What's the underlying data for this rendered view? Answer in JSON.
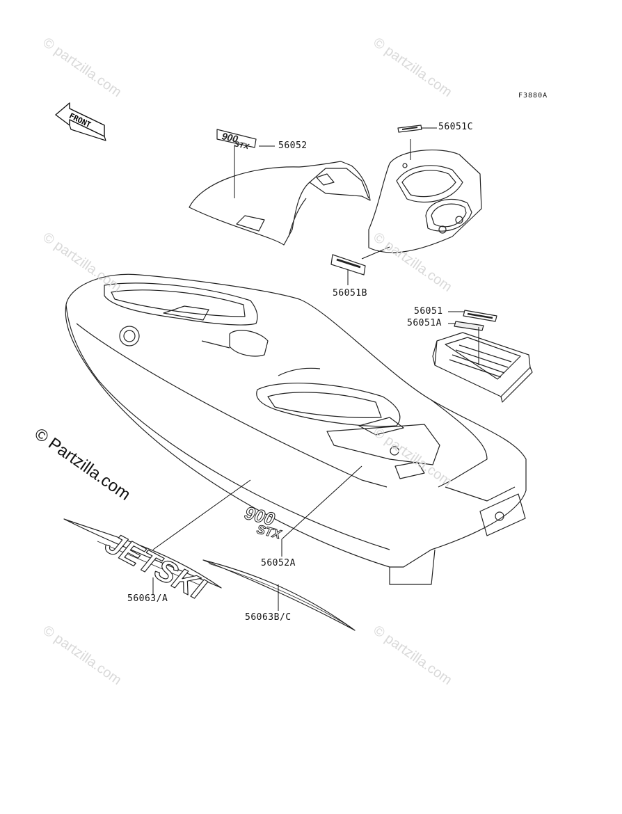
{
  "figure_code": "F3880A",
  "front_arrow_label": "FRONT",
  "copyright_text": "© Partzilla.com",
  "watermark_text": "© partzilla.com",
  "parts": {
    "p56052": "56052",
    "p56051C": "56051C",
    "p56051B": "56051B",
    "p56051": "56051",
    "p56051A": "56051A",
    "p56052A": "56052A",
    "p56063A": "56063/A",
    "p56063BC": "56063B/C"
  },
  "decal_text": {
    "jetski": "JETSKI",
    "model_900": "900",
    "model_stx": "STX"
  }
}
